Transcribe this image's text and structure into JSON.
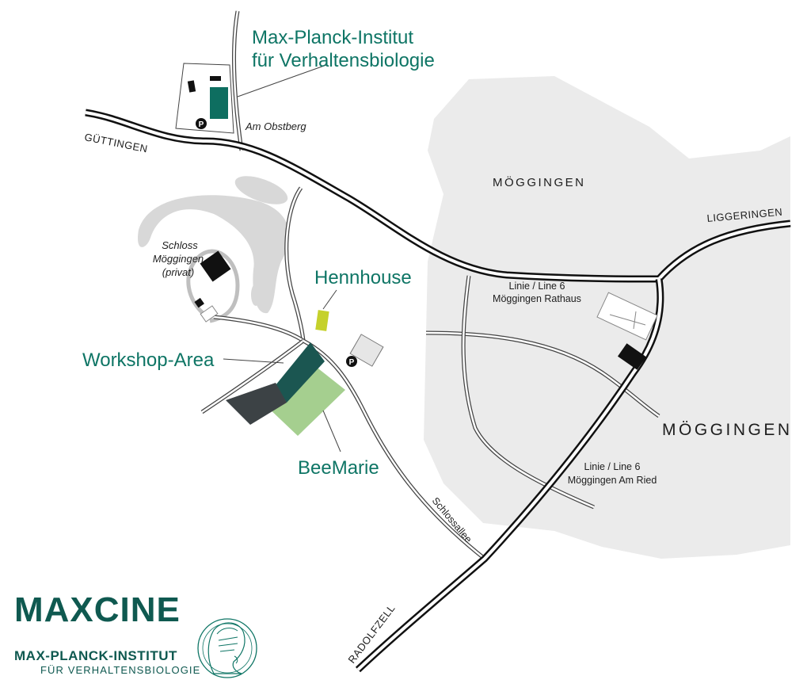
{
  "labels": {
    "mpi_line1": "Max-Planck-Institut",
    "mpi_line2": "für Verhaltensbiologie",
    "am_obstberg": "Am Obstberg",
    "guttingen": "GÜTTINGEN",
    "moggingen_area": "MÖGGINGEN",
    "liggeringen": "LIGGERINGEN",
    "schloss_line1": "Schloss",
    "schloss_line2": "Möggingen",
    "schloss_line3": "(privat)",
    "hennhouse": "Hennhouse",
    "workshop_area": "Workshop-Area",
    "beemarie": "BeeMarie",
    "line6_rathaus_line1": "Linie / Line 6",
    "line6_rathaus_line2": "Möggingen Rathaus",
    "line6_ried_line1": "Linie / Line 6",
    "line6_ried_line2": "Möggingen Am Ried",
    "moggingen_road": "MÖGGINGEN",
    "schlossallee": "Schlossallee",
    "radolfzell": "RADOLFZELL",
    "parking": "P"
  },
  "brand": {
    "title": "MAXCINE",
    "institute_line1": "MAX-PLANCK-INSTITUT",
    "institute_line2": "FÜR VERHALTENSBIOLOGIE"
  },
  "colors": {
    "accent_green": "#0e7565",
    "dark_teal": "#1b5651",
    "light_green": "#a5cf8f",
    "lime": "#c5d12b",
    "dark_gray": "#3c4245",
    "village_fill": "#ebebeb",
    "road": "#111111"
  },
  "icons": {
    "parking": "parking-icon",
    "logo": "minerva-logo"
  }
}
